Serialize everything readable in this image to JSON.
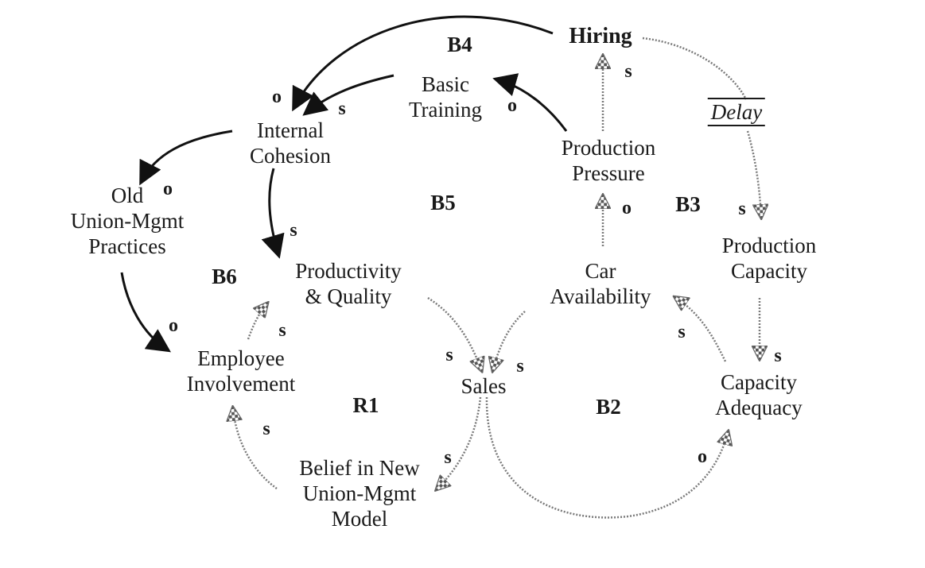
{
  "diagram": {
    "type": "causal-loop-diagram",
    "nodes": {
      "hiring": "Hiring",
      "basic_training_1": "Basic",
      "basic_training_2": "Training",
      "internal_cohesion_1": "Internal",
      "internal_cohesion_2": "Cohesion",
      "old_practices_1": "Old",
      "old_practices_2": "Union-Mgmt",
      "old_practices_3": "Practices",
      "productivity_1": "Productivity",
      "productivity_2": "& Quality",
      "employee_involvement_1": "Employee",
      "employee_involvement_2": "Involvement",
      "sales": "Sales",
      "belief_1": "Belief in New",
      "belief_2": "Union-Mgmt",
      "belief_3": "Model",
      "production_pressure_1": "Production",
      "production_pressure_2": "Pressure",
      "car_availability_1": "Car",
      "car_availability_2": "Availability",
      "production_capacity_1": "Production",
      "production_capacity_2": "Capacity",
      "capacity_adequacy_1": "Capacity",
      "capacity_adequacy_2": "Adequacy",
      "delay": "Delay"
    },
    "loops": {
      "b4": "B4",
      "b5": "B5",
      "b6": "B6",
      "b3": "B3",
      "b2": "B2",
      "r1": "R1"
    },
    "polarities": {
      "hiring_to_cohesion": "o",
      "training_to_cohesion": "s",
      "pressure_to_training": "o",
      "pressure_to_hiring": "s",
      "cohesion_to_old": "o",
      "cohesion_to_productivity": "s",
      "availability_to_pressure": "o",
      "delay_to_capacity": "s",
      "old_to_involvement": "o",
      "involvement_to_productivity": "s",
      "productivity_to_sales": "s",
      "availability_to_sales": "s",
      "adequacy_to_availability": "s",
      "capacity_to_adequacy": "s",
      "belief_to_involvement": "s",
      "sales_to_belief": "s",
      "sales_to_adequacy": "o"
    },
    "legend_colors": {
      "solid_link": "#111111",
      "dotted_link": "#8a8a8a"
    }
  }
}
